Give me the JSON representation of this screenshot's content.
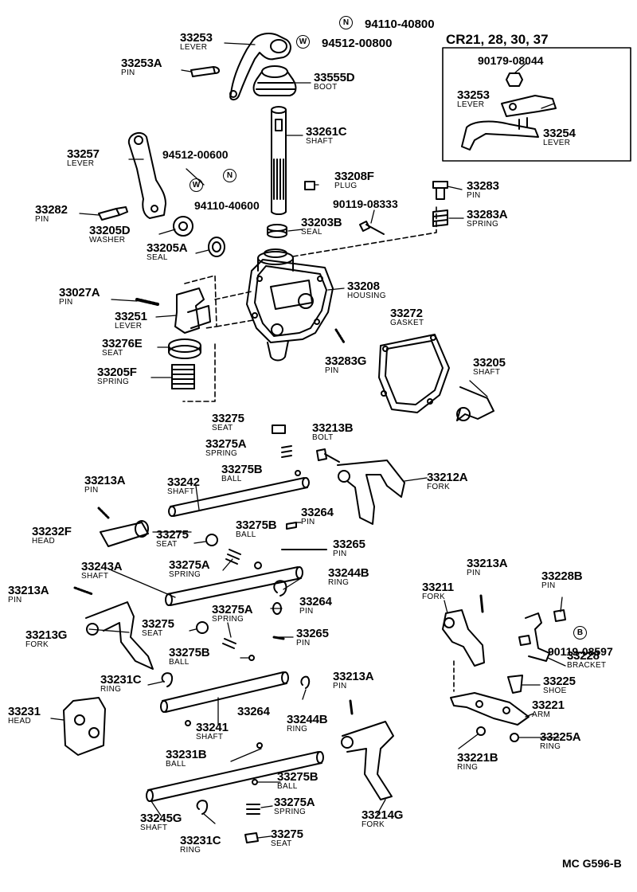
{
  "inset": {
    "title": "CR21, 28, 30, 37"
  },
  "footer": {
    "code": "MC G596-B"
  },
  "marks": {
    "n": "N",
    "w": "W",
    "b": "B"
  },
  "parts": [
    {
      "num": "33253",
      "name": "LEVER"
    },
    {
      "num": "33253A",
      "name": "PIN"
    },
    {
      "num": "33555D",
      "name": "BOOT"
    },
    {
      "num": "33261C",
      "name": "SHAFT"
    },
    {
      "num": "33257",
      "name": "LEVER"
    },
    {
      "num": "33208F",
      "name": "PLUG"
    },
    {
      "num": "33282",
      "name": "PIN"
    },
    {
      "num": "33205D",
      "name": "WASHER"
    },
    {
      "num": "33205A",
      "name": "SEAL"
    },
    {
      "num": "33203B",
      "name": "SEAL"
    },
    {
      "num": "33283",
      "name": "PIN"
    },
    {
      "num": "33283A",
      "name": "SPRING"
    },
    {
      "num": "33027A",
      "name": "PIN"
    },
    {
      "num": "33251",
      "name": "LEVER"
    },
    {
      "num": "33208",
      "name": "HOUSING"
    },
    {
      "num": "33272",
      "name": "GASKET"
    },
    {
      "num": "33276E",
      "name": "SEAT"
    },
    {
      "num": "33283G",
      "name": "PIN"
    },
    {
      "num": "33205",
      "name": "SHAFT"
    },
    {
      "num": "33205F",
      "name": "SPRING"
    },
    {
      "num": "33275",
      "name": "SEAT"
    },
    {
      "num": "33213B",
      "name": "BOLT"
    },
    {
      "num": "33275A",
      "name": "SPRING"
    },
    {
      "num": "33275B",
      "name": "BALL"
    },
    {
      "num": "33212A",
      "name": "FORK"
    },
    {
      "num": "33213A",
      "name": "PIN"
    },
    {
      "num": "33242",
      "name": "SHAFT"
    },
    {
      "num": "33264",
      "name": "PIN"
    },
    {
      "num": "33232F",
      "name": "HEAD"
    },
    {
      "num": "33275",
      "name": "SEAT"
    },
    {
      "num": "33275B",
      "name": "BALL"
    },
    {
      "num": "33265",
      "name": "PIN"
    },
    {
      "num": "33275A",
      "name": "SPRING"
    },
    {
      "num": "33243A",
      "name": "SHAFT"
    },
    {
      "num": "33244B",
      "name": "RING"
    },
    {
      "num": "33213A",
      "name": "PIN"
    },
    {
      "num": "33228B",
      "name": "PIN"
    },
    {
      "num": "33213A",
      "name": "PIN"
    },
    {
      "num": "33211",
      "name": "FORK"
    },
    {
      "num": "33264",
      "name": "PIN"
    },
    {
      "num": "33275",
      "name": "SEAT"
    },
    {
      "num": "33275A",
      "name": "SPRING"
    },
    {
      "num": "33213G",
      "name": "FORK"
    },
    {
      "num": "33265",
      "name": "PIN"
    },
    {
      "num": "33275B",
      "name": "BALL"
    },
    {
      "num": "33228",
      "name": "BRACKET"
    },
    {
      "num": "33231C",
      "name": "RING"
    },
    {
      "num": "33225",
      "name": "SHOE"
    },
    {
      "num": "33213A",
      "name": "PIN"
    },
    {
      "num": "33231",
      "name": "HEAD"
    },
    {
      "num": "33264",
      "name": ""
    },
    {
      "num": "33241",
      "name": "SHAFT"
    },
    {
      "num": "33244B",
      "name": "RING"
    },
    {
      "num": "33221",
      "name": "ARM"
    },
    {
      "num": "33231B",
      "name": "BALL"
    },
    {
      "num": "33225A",
      "name": "RING"
    },
    {
      "num": "33221B",
      "name": "RING"
    },
    {
      "num": "33275B",
      "name": "BALL"
    },
    {
      "num": "33275A",
      "name": "SPRING"
    },
    {
      "num": "33214G",
      "name": "FORK"
    },
    {
      "num": "33245G",
      "name": "SHAFT"
    },
    {
      "num": "33275",
      "name": "SEAT"
    },
    {
      "num": "33231C",
      "name": "RING"
    },
    {
      "num": "33254",
      "name": "LEVER"
    },
    {
      "num": "33253",
      "name": "LEVER"
    }
  ],
  "misc_numbers": [
    {
      "text": "94110-40800",
      "mark": "n"
    },
    {
      "text": "94512-00800",
      "mark": "w"
    },
    {
      "text": "90179-08044",
      "mark": ""
    },
    {
      "text": "94512-00600",
      "mark": ""
    },
    {
      "text": "94110-40600",
      "mark": ""
    },
    {
      "text": "90119-08333",
      "mark": ""
    },
    {
      "text": "90119-08597",
      "mark": "b"
    }
  ]
}
